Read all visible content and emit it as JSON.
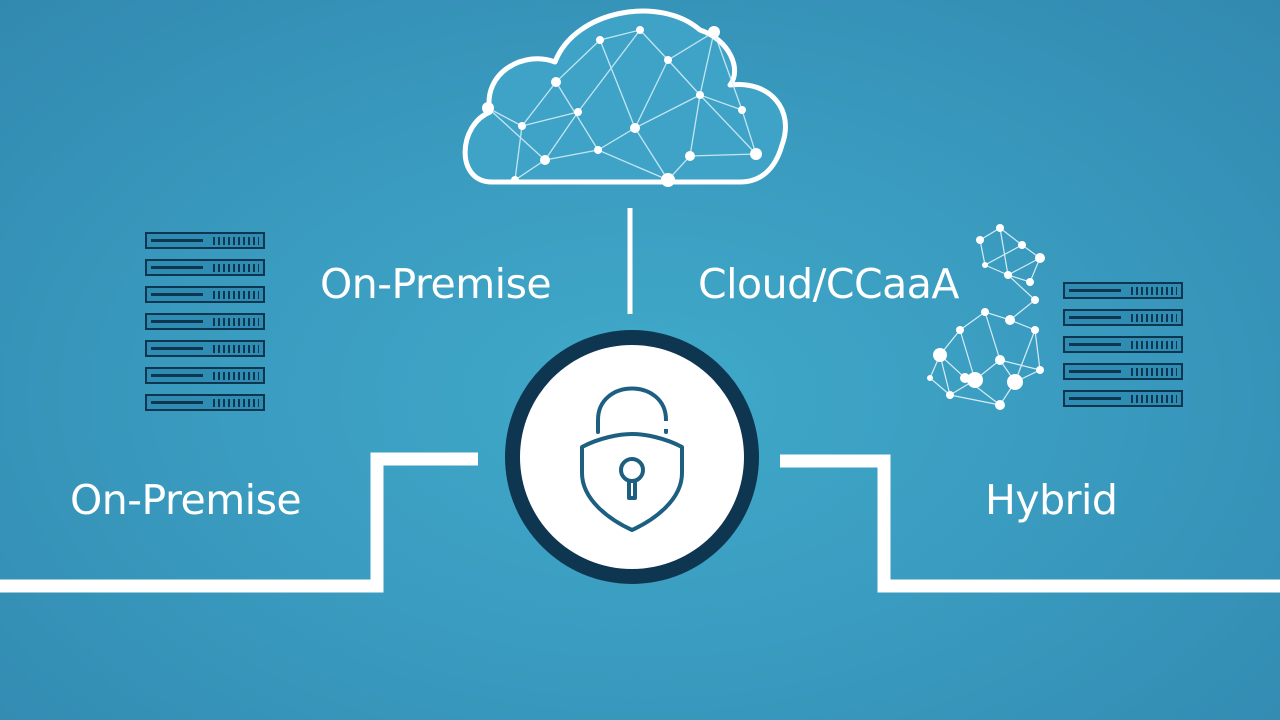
{
  "labels": {
    "top_left": "On-Premise",
    "top_right": "Cloud/CCaaA",
    "bottom_left": "On-Premise",
    "bottom_right": "Hybrid"
  },
  "icons": [
    "cloud-network-icon",
    "server-rack-icon",
    "network-mesh-icon",
    "padlock-icon"
  ],
  "colors": {
    "background": "#3a9cc0",
    "line": "#ffffff",
    "outline": "#0f3650"
  }
}
